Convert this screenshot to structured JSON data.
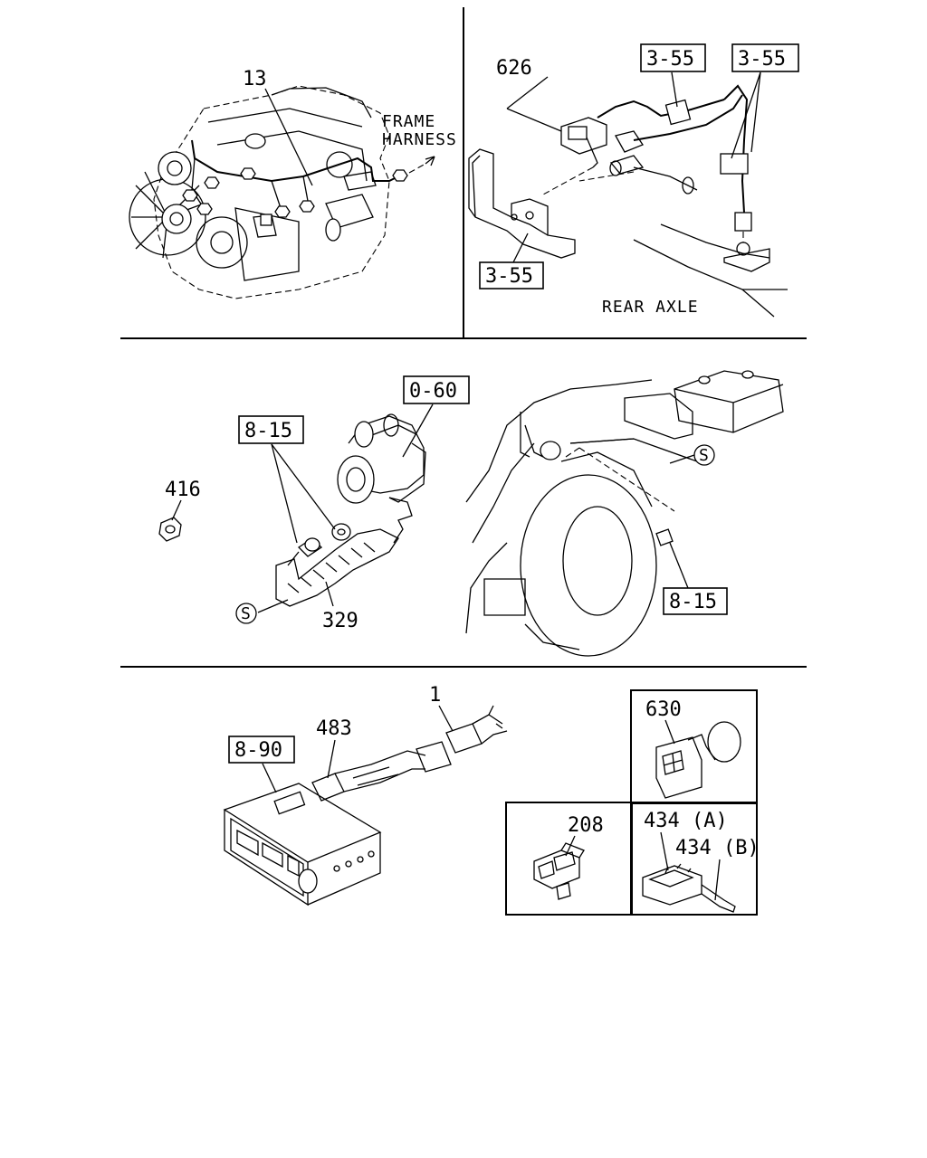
{
  "panels": {
    "engine": {
      "callout": "13",
      "frame_harness_line1": "FRAME",
      "frame_harness_line2": "HARNESS"
    },
    "rear_axle": {
      "callout_626": "626",
      "ref_a": "3-55",
      "ref_b": "3-55",
      "ref_c": "3-55",
      "axle_label": "REAR AXLE"
    },
    "starter": {
      "ref_starter": "0-60",
      "ref_bolts": "8-15",
      "callout_416": "416",
      "callout_329": "329",
      "s_marker_left": "S",
      "s_marker_right": "S",
      "ref_body": "8-15"
    },
    "radio": {
      "ref_radio": "8-90",
      "callout_483": "483",
      "callout_1": "1"
    },
    "connectors": {
      "callout_630": "630",
      "callout_208": "208",
      "callout_434a": "434 (A)",
      "callout_434b": "434 (B)"
    }
  }
}
